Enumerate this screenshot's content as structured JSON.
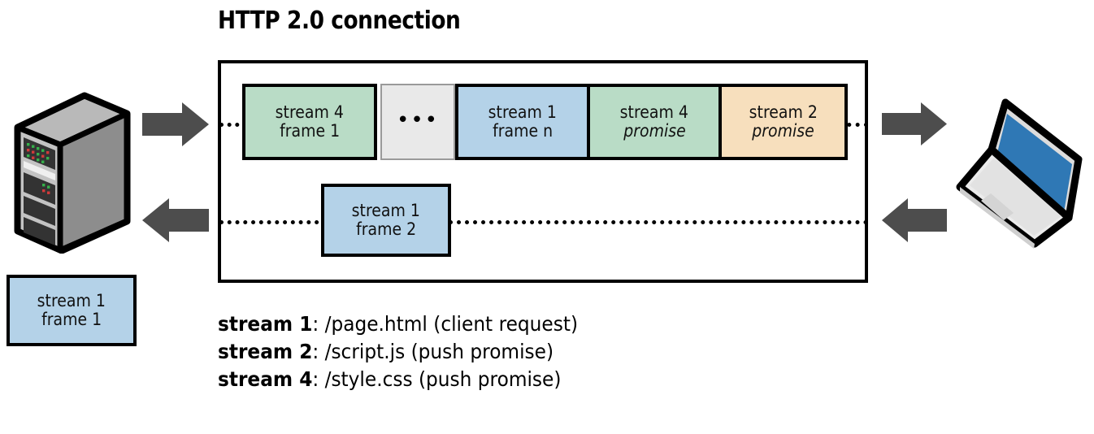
{
  "title": "HTTP 2.0 connection",
  "connection": {
    "frames_outbound": [
      {
        "line1": "stream 4",
        "line2": "frame 1",
        "line2_italic": false,
        "color": "#b9dcc6",
        "kind": "green"
      },
      {
        "line1": "",
        "line2": "•••",
        "line2_italic": false,
        "color": "#e9e9e9",
        "kind": "ellipsis"
      },
      {
        "line1": "stream 1",
        "line2": "frame n",
        "line2_italic": false,
        "color": "#b4d2e8",
        "kind": "blue"
      },
      {
        "line1": "stream 4",
        "line2": "promise",
        "line2_italic": true,
        "color": "#b9dcc6",
        "kind": "green"
      },
      {
        "line1": "stream 2",
        "line2": "promise",
        "line2_italic": true,
        "color": "#f7dfbd",
        "kind": "peach"
      }
    ],
    "frame_inbound": {
      "line1": "stream 1",
      "line2": "frame 2",
      "color": "#b4d2e8"
    },
    "frame_queued": {
      "line1": "stream 1",
      "line2": "frame 1",
      "color": "#b4d2e8"
    }
  },
  "legend": [
    {
      "stream": "stream 1",
      "detail": ": /page.html  (client request)"
    },
    {
      "stream": "stream 2",
      "detail": ": /script.js  (push promise)"
    },
    {
      "stream": "stream 4",
      "detail": ": /style.css  (push promise)"
    }
  ],
  "devices": {
    "server": "server-tower",
    "client": "laptop-computer"
  },
  "arrows": {
    "server_out": "arrow-right",
    "server_in": "arrow-left",
    "client_in": "arrow-right",
    "client_out": "arrow-left"
  },
  "colors": {
    "green": "#b9dcc6",
    "blue": "#b4d2e8",
    "peach": "#f7dfbd",
    "gray_box": "#e9e9e9",
    "arrow": "#4d4d4d",
    "outline": "#000000",
    "laptop_screen": "#2f78b5",
    "server_body": "#9a9a9a"
  }
}
